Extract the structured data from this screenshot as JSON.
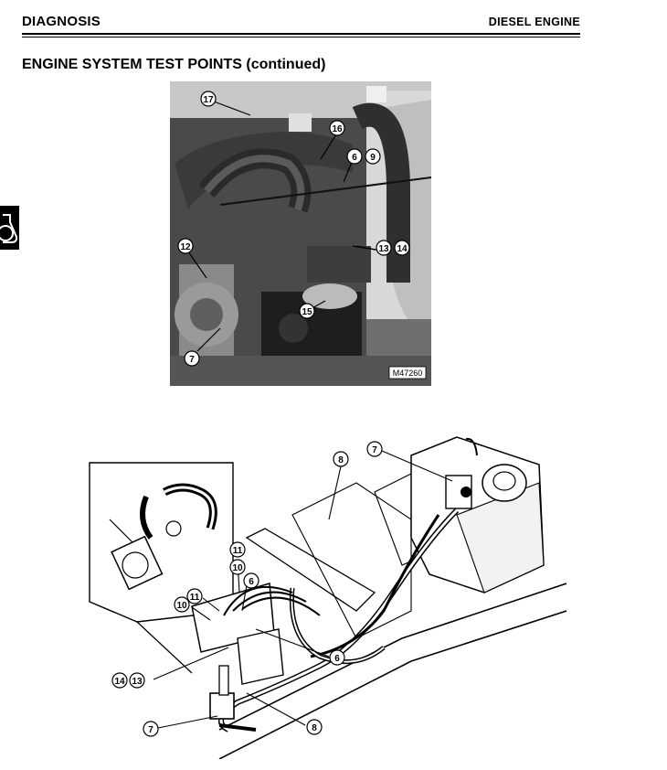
{
  "header": {
    "left": "DIAGNOSIS",
    "right": "DIESEL ENGINE"
  },
  "section_title": "ENGINE SYSTEM TEST POINTS (continued)",
  "side_tab": {
    "icon": "flask-icon"
  },
  "photo": {
    "figure_id": "M47260",
    "callouts": {
      "c17": "17",
      "c16": "16",
      "c6": "6",
      "c9": "9",
      "c12": "12",
      "c13": "13",
      "c14": "14",
      "c15": "15",
      "c7": "7"
    }
  },
  "diagram": {
    "callouts": {
      "c8a": "8",
      "c7a": "7",
      "c11a": "11",
      "c10a": "10",
      "c6a": "6",
      "c11b": "11",
      "c10b": "10",
      "c6b": "6",
      "c14": "14",
      "c13": "13",
      "c7b": "7",
      "c8b": "8"
    }
  }
}
